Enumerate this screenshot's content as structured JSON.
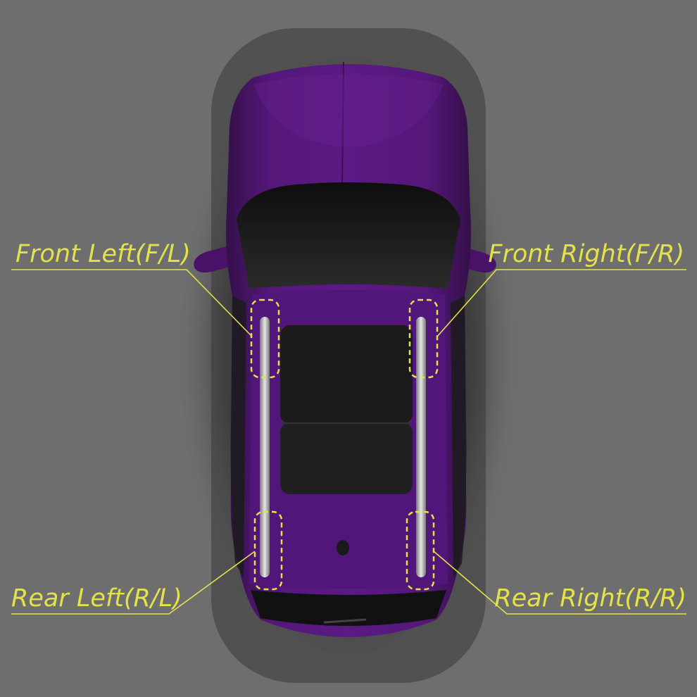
{
  "colors": {
    "background": "#6e6e6e",
    "body": "#4f1470",
    "body_dark": "#2e0a44",
    "body_light": "#6a2392",
    "glass": "#161616",
    "rail": "#bdbdbd",
    "annotation": "#e4e24a"
  },
  "labels": {
    "front_left": "Front Left(F/L)",
    "front_right": "Front Right(F/R)",
    "rear_left": "Rear Left(R/L)",
    "rear_right": "Rear Right(R/R)"
  }
}
